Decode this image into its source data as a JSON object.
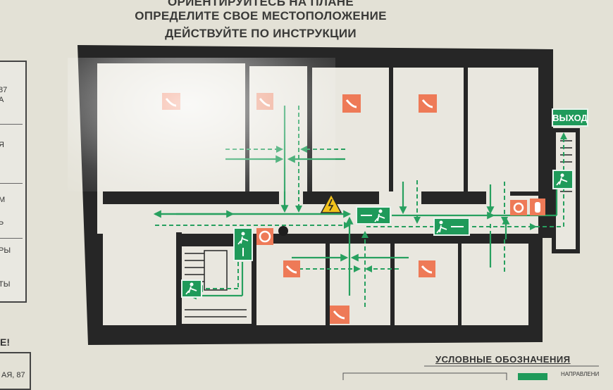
{
  "header": {
    "line1": "ОРИЕНТИРУЙТЕСЬ НА ПЛАНЕ",
    "line2": "ОПРЕДЕЛИТЕ СВОЕ МЕСТОПОЛОЖЕНИЕ",
    "line3": "ДЕЙСТВУЙТЕ ПО ИНСТРУКЦИИ"
  },
  "left_panel": {
    "fragments": [
      "87",
      "А",
      "Я",
      "М",
      "Ь",
      "РЫ",
      "ТЫ"
    ]
  },
  "bottom_left": {
    "exclaim": "Е!",
    "address": "АЯ, 87"
  },
  "exit_sign": "ВЫХОД",
  "legend": {
    "title": "УСЛОВНЫЕ ОБОЗНАЧЕНИЯ",
    "right_fragment": "НАПРАВЛЕНИ"
  },
  "colors": {
    "wall": "#262626",
    "room": "#e9e7df",
    "route_green": "#27a05f",
    "phone_orange": "#ee7a57",
    "hazard_yellow": "#f2c21b"
  },
  "icons": [
    "phone-icon",
    "fire-alarm-icon",
    "fire-extinguisher-icon",
    "electric-hazard-icon",
    "running-man-exit-icon",
    "you-are-here-marker"
  ]
}
